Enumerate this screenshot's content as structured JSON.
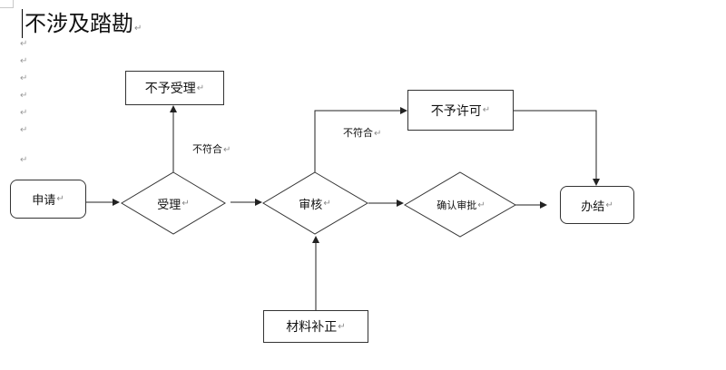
{
  "document": {
    "title": "不涉及踏勘",
    "paragraph_mark": "↵"
  },
  "diagram": {
    "nodes": {
      "apply": "申请",
      "accept": "受理",
      "not_accept": "不予受理",
      "review": "审核",
      "not_permit": "不予许可",
      "confirm": "确认审批",
      "done": "办结",
      "supplement": "材料补正"
    },
    "edge_labels": {
      "accept_fail": "不符合",
      "review_fail": "不符合"
    }
  }
}
